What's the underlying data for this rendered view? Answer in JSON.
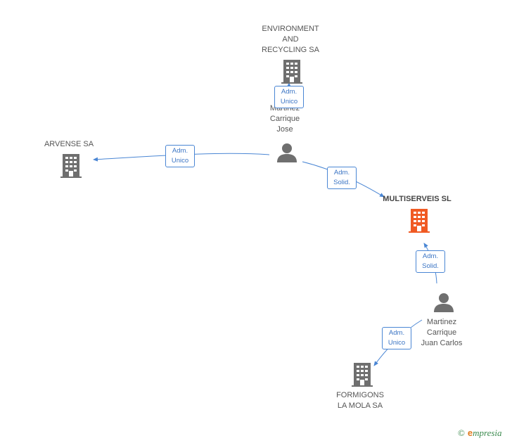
{
  "colors": {
    "building": "#6f6f6f",
    "focus_building": "#f05a23",
    "person": "#6f6f6f",
    "edge": "#4a86d4"
  },
  "nodes": {
    "environment": {
      "label": "ENVIRONMENT\nAND\nRECYCLING SA",
      "icon": "building-icon"
    },
    "arvense": {
      "label": "ARVENSE SA",
      "icon": "building-icon"
    },
    "multiserveis": {
      "label": "MULTISERVEIS SL",
      "icon": "building-icon"
    },
    "formigons": {
      "label": "FORMIGONS\nLA MOLA SA",
      "icon": "building-icon"
    },
    "martinez_jose": {
      "label": "Martinez\nCarrique\nJose",
      "icon": "person-icon"
    },
    "martinez_juan": {
      "label": "Martinez\nCarrique\nJuan Carlos",
      "icon": "person-icon"
    }
  },
  "edges": {
    "e1": "Adm.\nUnico",
    "e2": "Adm.\nUnico",
    "e3": "Adm.\nSolid.",
    "e4": "Adm.\nSolid.",
    "e5": "Adm.\nUnico"
  },
  "brand": {
    "copyright": "©",
    "initial": "e",
    "rest": "mpresia"
  }
}
